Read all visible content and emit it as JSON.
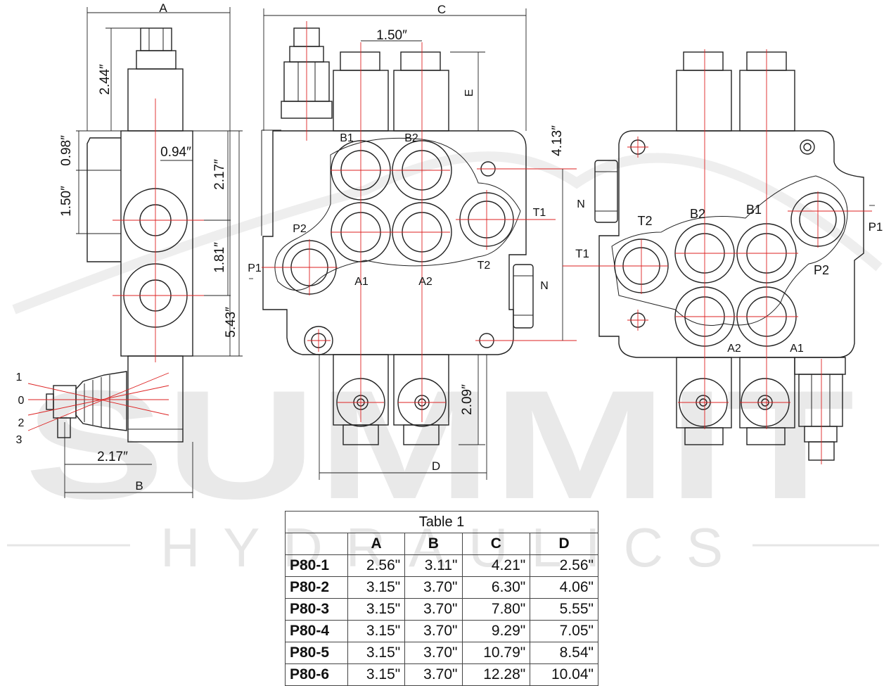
{
  "watermark": {
    "brand": "SUMMIT",
    "sub": "HYDRAULICS"
  },
  "side_view": {
    "dim_A": "A",
    "dim_B": "B",
    "d_244": "2.44″",
    "d_098": "0.98″",
    "d_094": "0.94″",
    "d_150": "1.50″",
    "d_217_top": "2.17″",
    "d_181": "1.81″",
    "d_543": "5.43″",
    "d_217_bottom": "2.17″",
    "lever_1": "1",
    "lever_0": "0",
    "lever_2": "2",
    "lever_3": "3"
  },
  "front_view": {
    "dim_C": "C",
    "dim_D": "D",
    "d_150": "1.50″",
    "dim_E": "E",
    "d_413": "4.13″",
    "d_209": "2.09″",
    "B1": "B1",
    "B2": "B2",
    "P2": "P2",
    "P1": "P1",
    "A1": "A1",
    "A2": "A2",
    "T1": "T1",
    "T2": "T2",
    "N": "N"
  },
  "rear_view": {
    "N": "N",
    "T2": "T2",
    "B2": "B2",
    "B1": "B1",
    "P1": "P1",
    "T1": "T1",
    "P2": "P2",
    "A2": "A2",
    "A1": "A1"
  },
  "table": {
    "caption": "Table 1",
    "columns": [
      "A",
      "B",
      "C",
      "D"
    ],
    "rows": [
      {
        "model": "P80-1",
        "A": "2.56\"",
        "B": "3.11\"",
        "C": "4.21\"",
        "D": "2.56\""
      },
      {
        "model": "P80-2",
        "A": "3.15\"",
        "B": "3.70\"",
        "C": "6.30\"",
        "D": "4.06\""
      },
      {
        "model": "P80-3",
        "A": "3.15\"",
        "B": "3.70\"",
        "C": "7.80\"",
        "D": "5.55\""
      },
      {
        "model": "P80-4",
        "A": "3.15\"",
        "B": "3.70\"",
        "C": "9.29\"",
        "D": "7.05\""
      },
      {
        "model": "P80-5",
        "A": "3.15\"",
        "B": "3.70\"",
        "C": "10.79\"",
        "D": "8.54\""
      },
      {
        "model": "P80-6",
        "A": "3.15\"",
        "B": "3.70\"",
        "C": "12.28\"",
        "D": "10.04\""
      }
    ]
  },
  "colors": {
    "line": "#222222",
    "centerline": "#dd2222",
    "watermark": "#e9e9e9"
  }
}
